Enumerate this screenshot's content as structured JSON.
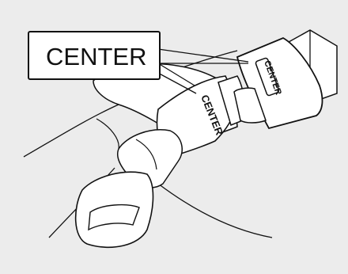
{
  "callout": {
    "label": "CENTER"
  },
  "latch_plate": {
    "marking": "CENTER"
  },
  "buckle": {
    "marking": "CENTER"
  },
  "colors": {
    "background": "#ececec",
    "line": "#111111",
    "fill": "#ffffff"
  }
}
